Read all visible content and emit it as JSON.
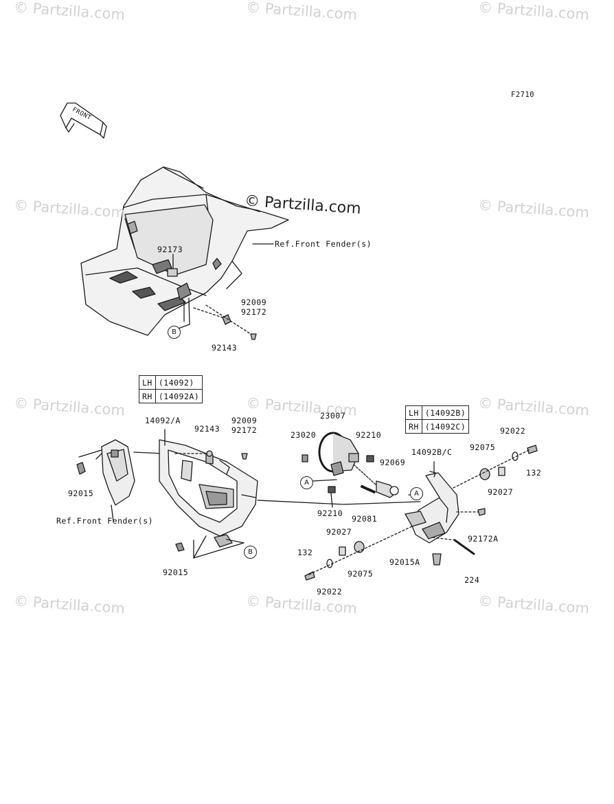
{
  "figure_code": "F2710",
  "front_label": "FRONT",
  "watermark": "© Partzilla.com",
  "brand_watermark": "© Partzilla.com",
  "ref_front_fender": "Ref.Front Fender(s)",
  "callouts": {
    "a": "A",
    "b": "B"
  },
  "tables": {
    "left": [
      {
        "side": "LH",
        "part": "(14092)"
      },
      {
        "side": "RH",
        "part": "(14092A)"
      }
    ],
    "right": [
      {
        "side": "LH",
        "part": "(14092B)"
      },
      {
        "side": "RH",
        "part": "(14092C)"
      }
    ]
  },
  "parts": {
    "p92173": "92173",
    "p92009a": "92009",
    "p92172a": "92172",
    "p92143a": "92143",
    "p14092a": "14092/A",
    "p92143b": "92143",
    "p92009b": "92009",
    "p92172b": "92172",
    "p92015a": "92015",
    "p92015b": "92015",
    "p23007": "23007",
    "p23020": "23020",
    "p92210a": "92210",
    "p92069": "92069",
    "p92210b": "92210",
    "p92081": "92081",
    "p14092bc": "14092B/C",
    "p92075a": "92075",
    "p92022a": "92022",
    "p132a": "132",
    "p92027a": "92027",
    "p92172A": "92172A",
    "p92027b": "92027",
    "p132b": "132",
    "p92075b": "92075",
    "p92015A": "92015A",
    "p224": "224",
    "p92022b": "92022"
  }
}
